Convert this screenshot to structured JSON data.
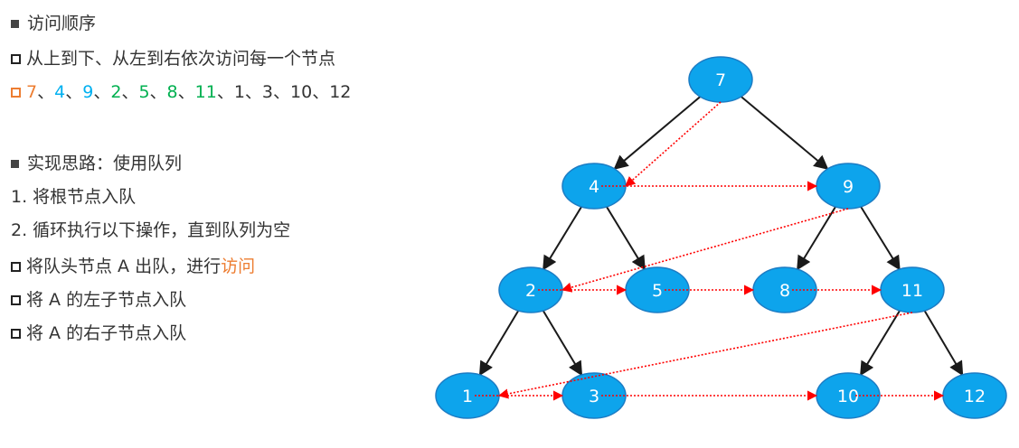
{
  "heading1": {
    "text": "访问顺序"
  },
  "rule_line": "从上到下、从左到右依次访问每一个节点",
  "order_sequence": [
    {
      "text": "7",
      "color": "#ED7D31"
    },
    {
      "text": "、",
      "color": "#333333"
    },
    {
      "text": "4",
      "color": "#00B0F0"
    },
    {
      "text": "、",
      "color": "#333333"
    },
    {
      "text": "9",
      "color": "#00B0F0"
    },
    {
      "text": "、",
      "color": "#333333"
    },
    {
      "text": "2",
      "color": "#00B050"
    },
    {
      "text": "、",
      "color": "#333333"
    },
    {
      "text": "5",
      "color": "#00B050"
    },
    {
      "text": "、",
      "color": "#333333"
    },
    {
      "text": "8",
      "color": "#00B050"
    },
    {
      "text": "、",
      "color": "#333333"
    },
    {
      "text": "11",
      "color": "#00B050"
    },
    {
      "text": "、1、3、10、12",
      "color": "#333333"
    }
  ],
  "heading2": {
    "text": "实现思路：使用队列"
  },
  "steps": [
    "1.  将根节点入队",
    "2.  循环执行以下操作，直到队列为空"
  ],
  "sub_steps": {
    "dequeue_prefix": "将队头节点 A 出队，进行",
    "dequeue_highlight": "访问",
    "left_child": "将 A 的左子节点入队",
    "right_child": "将 A 的右子节点入队"
  },
  "colors": {
    "node_fill": "#0DA4EC",
    "node_stroke": "#1C7CC4",
    "edge": "#1A1A1A",
    "traversal_arrow": "#FF0000",
    "highlight": "#ED7D31"
  },
  "tree": {
    "nodes": [
      "7",
      "4",
      "9",
      "2",
      "5",
      "8",
      "11",
      "1",
      "3",
      "10",
      "12"
    ],
    "edges": [
      [
        "7",
        "4"
      ],
      [
        "7",
        "9"
      ],
      [
        "4",
        "2"
      ],
      [
        "4",
        "5"
      ],
      [
        "9",
        "8"
      ],
      [
        "9",
        "11"
      ],
      [
        "2",
        "1"
      ],
      [
        "2",
        "3"
      ],
      [
        "11",
        "10"
      ],
      [
        "11",
        "12"
      ]
    ],
    "traversal_order": [
      "7",
      "4",
      "9",
      "2",
      "5",
      "8",
      "11",
      "1",
      "3",
      "10",
      "12"
    ]
  }
}
